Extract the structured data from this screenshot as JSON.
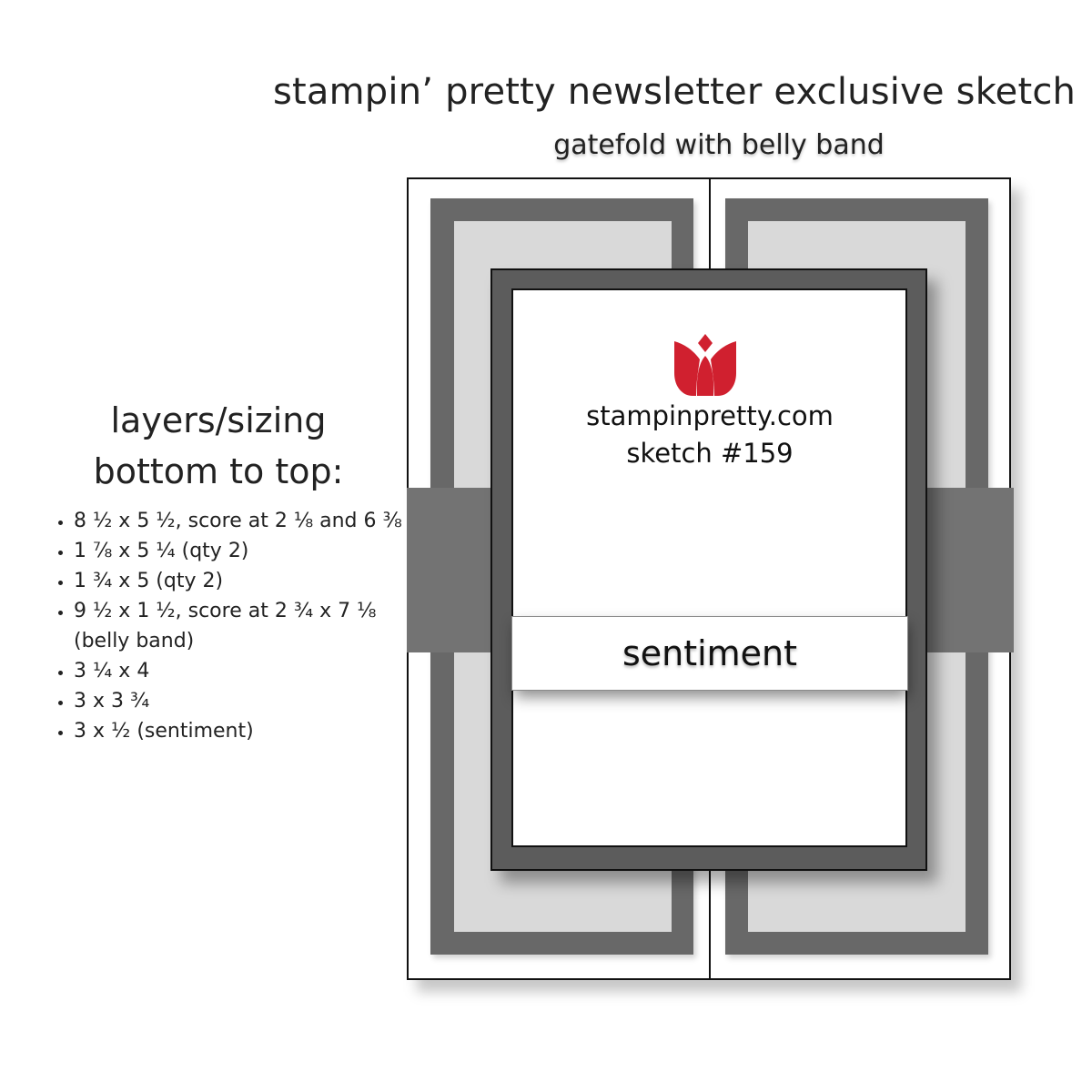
{
  "header": {
    "title": "stampin’ pretty newsletter exclusive sketch",
    "subtitle": "gatefold with belly band"
  },
  "layers": {
    "heading_line1": "layers/sizing",
    "heading_line2": "bottom to top:",
    "items": [
      "8 ½ x 5 ½, score at 2 ⅛ and 6 ⅜",
      "1 ⅞ x 5 ¼ (qty 2)",
      "1 ¾ x 5 (qty 2)",
      "9 ½ x 1 ½, score at 2 ¾ x 7 ⅛ (belly band)",
      "3 ¼ x 4",
      "3 x 3 ¾",
      "3 x ½ (sentiment)"
    ]
  },
  "card": {
    "website": "stampinpretty.com",
    "sketch_label": "sketch #159",
    "sentiment_label": "sentiment",
    "logo_icon": "tulip-icon",
    "colors": {
      "logo_red": "#d0202f",
      "panel_dark": "#686868",
      "panel_light": "#d9d9d9",
      "belly_band": "#737373",
      "center_mat": "#5c5c5c"
    }
  }
}
